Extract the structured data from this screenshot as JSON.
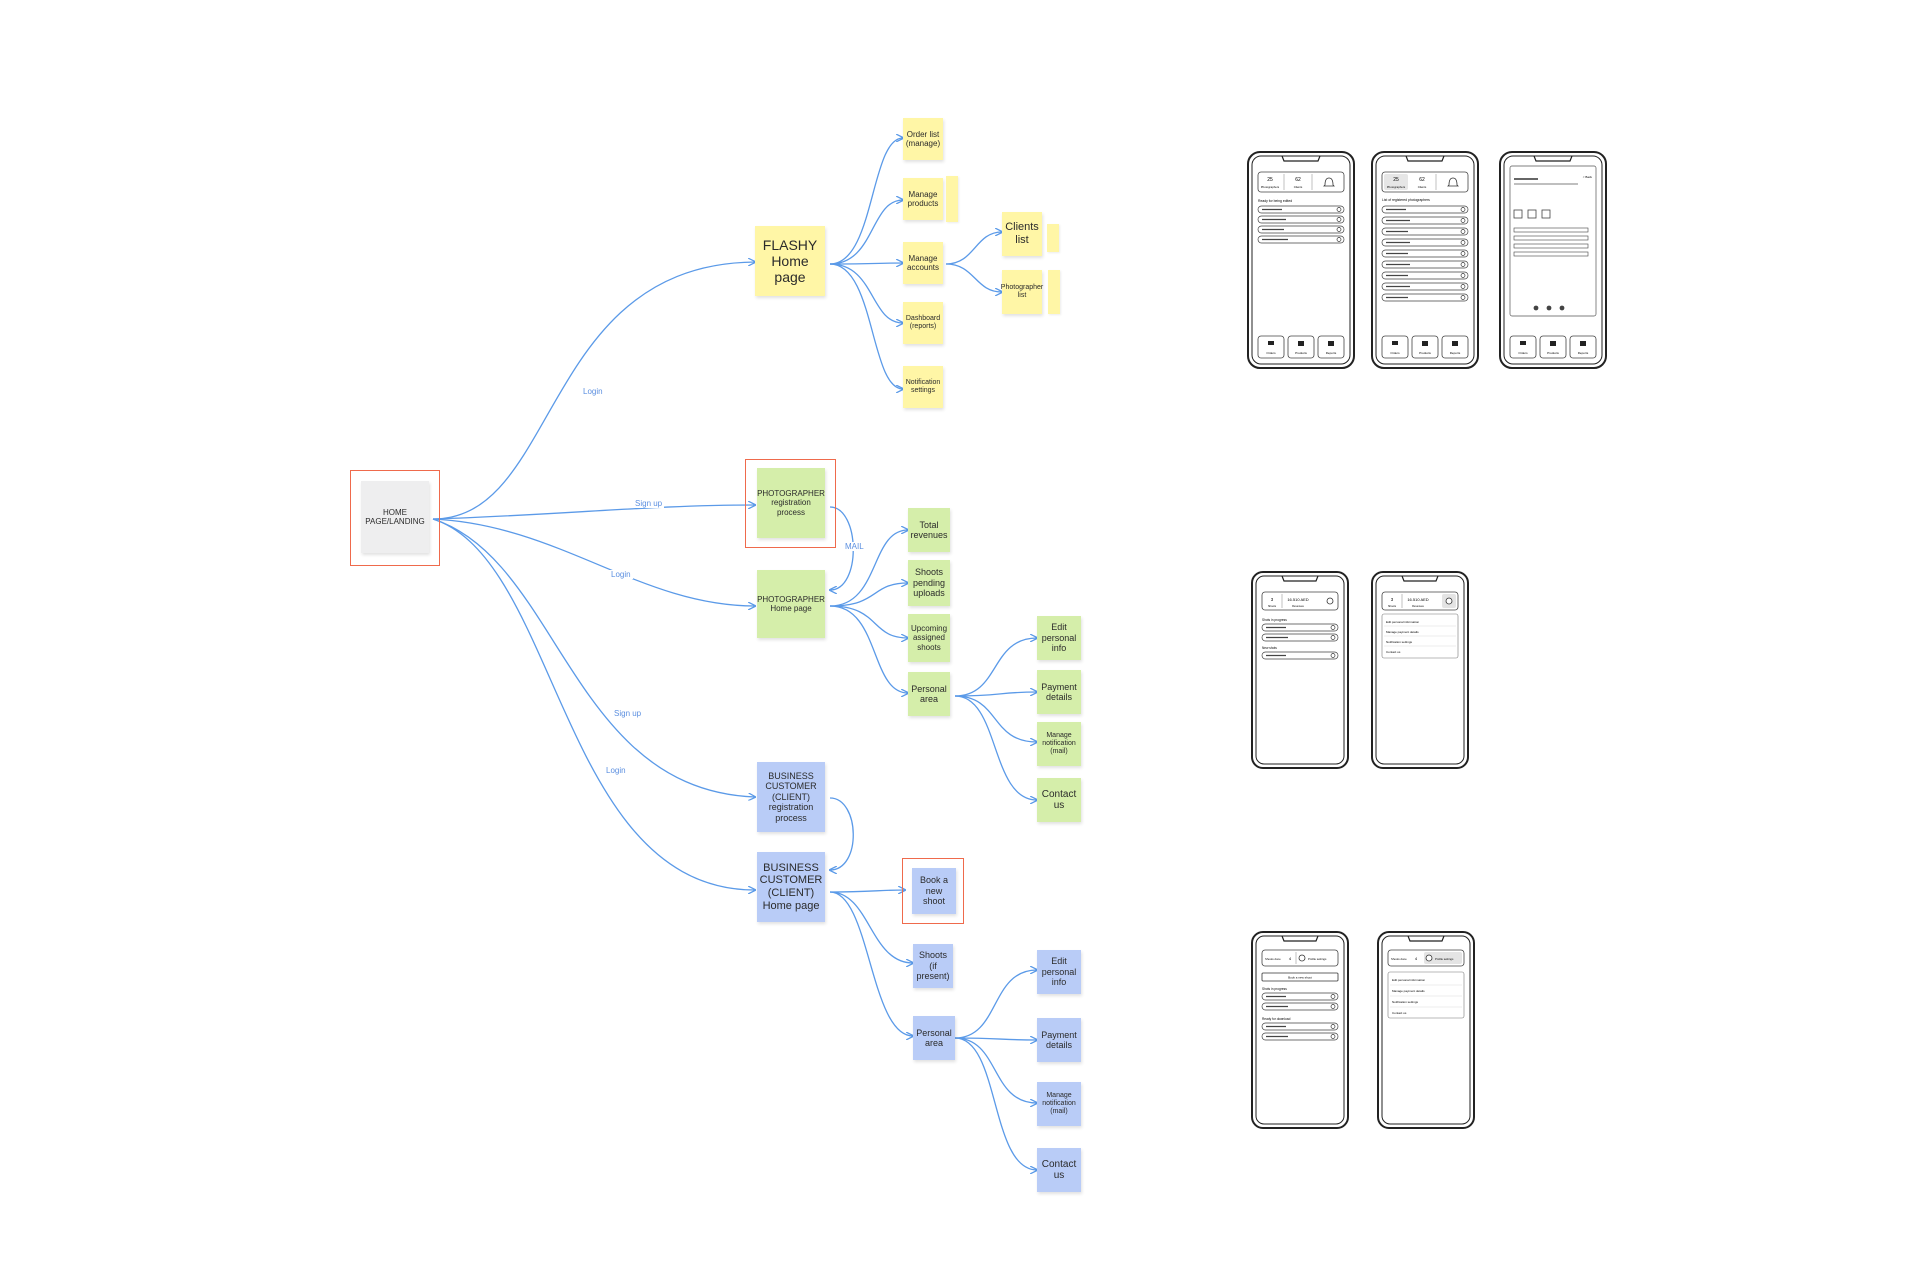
{
  "root": {
    "label": "HOME PAGE/LANDING"
  },
  "edge_labels": {
    "login_flashy": "Login",
    "signup_photographer": "Sign up",
    "login_photographer": "Login",
    "mail": "MAIL",
    "signup_business": "Sign up",
    "login_business": "Login"
  },
  "flashy": {
    "home": "FLASHY Home page",
    "children": [
      "Order list (manage)",
      "Manage products",
      "Manage accounts",
      "Dashboard (reports)",
      "Notification settings"
    ],
    "accounts_children": [
      "Clients list",
      "Photographer list"
    ]
  },
  "photographer": {
    "registration": "PHOTOGRAPHER registration process",
    "home": "PHOTOGRAPHER Home page",
    "children": [
      "Total revenues",
      "Shoots pending uploads",
      "Upcoming assigned shoots",
      "Personal area"
    ],
    "personal_children": [
      "Edit personal info",
      "Payment details",
      "Manage notification (mail)",
      "Contact us"
    ]
  },
  "business": {
    "registration": "BUSINESS CUSTOMER (CLIENT) registration process",
    "home": "BUSINESS CUSTOMER (CLIENT) Home page",
    "children": [
      "Book a new shoot",
      "Shoots (if present)",
      "Personal area"
    ],
    "personal_children": [
      "Edit personal info",
      "Payment details",
      "Manage notification (mail)",
      "Contact us"
    ]
  },
  "mockups": {
    "flashy_home": {
      "stats": [
        "25",
        "62"
      ],
      "stat_labels": [
        "Photographers",
        "Clients"
      ],
      "section": "Ready for being edited",
      "tabs": [
        "Orders",
        "Products",
        "Reports"
      ]
    },
    "flashy_photographers": {
      "stats": [
        "25",
        "62"
      ],
      "stat_labels": [
        "Photographers",
        "Clients"
      ],
      "section": "List of registered photographers",
      "tabs": [
        "Orders",
        "Products",
        "Reports"
      ]
    },
    "flashy_detail": {
      "link": "< Back",
      "tabs": [
        "Orders",
        "Products",
        "Reports"
      ]
    },
    "photographer_home": {
      "stats": [
        "3",
        "16.510 AED"
      ],
      "stat_labels": [
        "Shoots",
        "Revenues"
      ],
      "sections": [
        "Shots in progress",
        "New shots"
      ]
    },
    "photographer_personal": {
      "stats": [
        "3",
        "16.510 AED"
      ],
      "stat_labels": [
        "Shoots",
        "Revenues"
      ],
      "menu": [
        "Edit personal information",
        "Manage payment details",
        "Notification settings",
        "Contact us"
      ]
    },
    "client_home": {
      "stat_label": "Shoots done",
      "stat": "4",
      "profile": "Profile settings",
      "button": "Book a new shoot",
      "sections": [
        "Shots in progress",
        "Ready for download"
      ]
    },
    "client_personal": {
      "stat_label": "Shoots done",
      "stat": "4",
      "profile": "Profile settings",
      "menu": [
        "Edit personal information",
        "Manage payment details",
        "Notification settings",
        "Contact us"
      ]
    }
  },
  "colors": {
    "edge": "#5b9ae8",
    "yellow": "#fff6a6",
    "green": "#d5eeaa",
    "blue": "#b9ccf7",
    "frame": "#ef6a4c"
  }
}
